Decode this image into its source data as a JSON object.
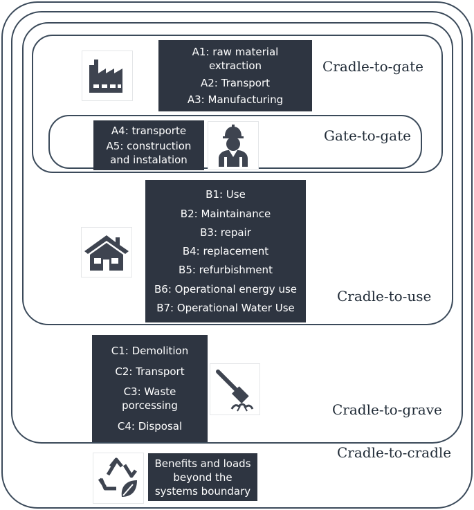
{
  "scopes": {
    "cradle_to_cradle": "Cradle-to-cradle",
    "cradle_to_grave": "Cradle-to-grave",
    "cradle_to_use": "Cradle-to-use",
    "cradle_to_gate": "Cradle-to-gate",
    "gate_to_gate": "Gate-to-gate"
  },
  "stages": {
    "A1_A3": [
      "A1: raw material extraction",
      "A2: Transport",
      "A3: Manufacturing"
    ],
    "A4_A5": [
      "A4: transporte",
      "A5: construction and instalation"
    ],
    "B": [
      "B1: Use",
      "B2: Maintainance",
      "B3: repair",
      "B4: replacement",
      "B5: refurbishment",
      "B6: Operational energy use",
      "B7: Operational Water Use"
    ],
    "C": [
      "C1: Demolition",
      "C2: Transport",
      "C3: Waste porcessing",
      "C4: Disposal"
    ],
    "D": "Benefits and loads beyond the systems boundary"
  },
  "icons": {
    "factory": "factory-icon",
    "worker": "construction-worker-icon",
    "house": "house-icon",
    "hammer": "demolition-hammer-icon",
    "recycle": "recycle-leaf-icon"
  },
  "colors": {
    "box_fill": "#2e3541",
    "box_text": "#ffffff",
    "outline": "#3b4a5a",
    "icon": "#3e4450"
  }
}
